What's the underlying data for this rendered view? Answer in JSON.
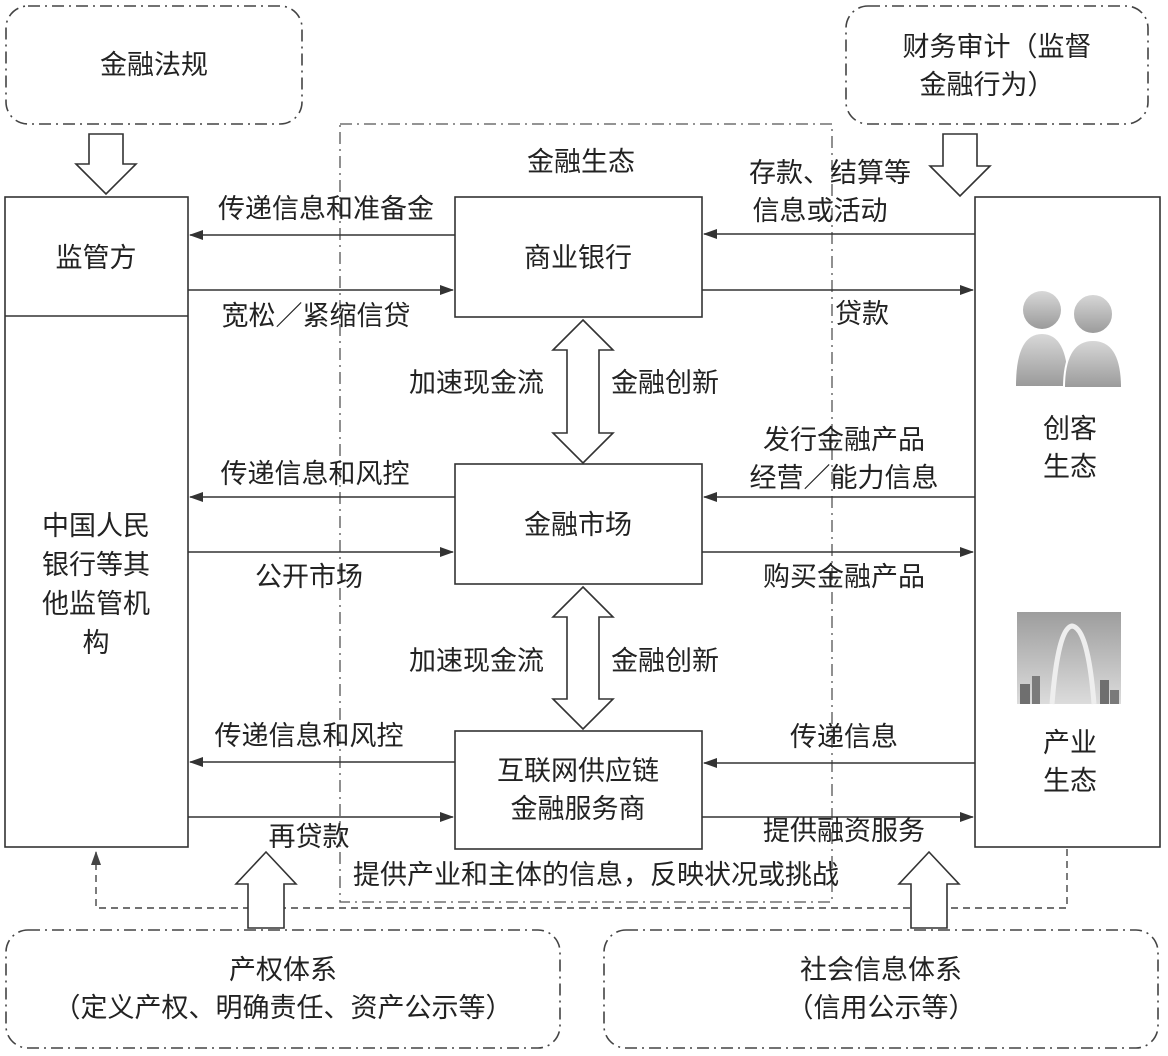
{
  "labels": {
    "regulations": "金融法规",
    "audit_line1": "财务审计（监督",
    "audit_line2": "金融行为）",
    "ecosystem_title": "金融生态",
    "regulator": "监管方",
    "pboc_line1": "中国人民",
    "pboc_line2": "银行等其",
    "pboc_line3": "他监管机",
    "pboc_line4": "构",
    "bank": "商业银行",
    "market": "金融市场",
    "scf_line1": "互联网供应链",
    "scf_line2": "金融服务商",
    "maker_line1": "创客",
    "maker_line2": "生态",
    "industry_line1": "产业",
    "industry_line2": "生态",
    "property_line1": "产权体系",
    "property_line2": "（定义产权、明确责任、资产公示等）",
    "social_line1": "社会信息体系",
    "social_line2": "（信用公示等）",
    "bottom_feedback": "提供产业和主体的信息，反映状况或挑战"
  },
  "flows": {
    "info_reserve": "传递信息和准备金",
    "credit_policy": "宽松／紧缩信贷",
    "deposit_line1": "存款、结算等",
    "deposit_line2": "信息或活动",
    "loan": "贷款",
    "accelerate_cash_1": "加速现金流",
    "fin_innovation_1": "金融创新",
    "info_risk_1": "传递信息和风控",
    "open_market": "公开市场",
    "issue_line1": "发行金融产品",
    "issue_line2": "经营／能力信息",
    "buy_products": "购买金融产品",
    "accelerate_cash_2": "加速现金流",
    "fin_innovation_2": "金融创新",
    "info_risk_2": "传递信息和风控",
    "relending": "再贷款",
    "pass_info": "传递信息",
    "financing_service": "提供融资服务"
  },
  "icons": {
    "maker": "people-icon",
    "industry": "city-arch-icon"
  }
}
